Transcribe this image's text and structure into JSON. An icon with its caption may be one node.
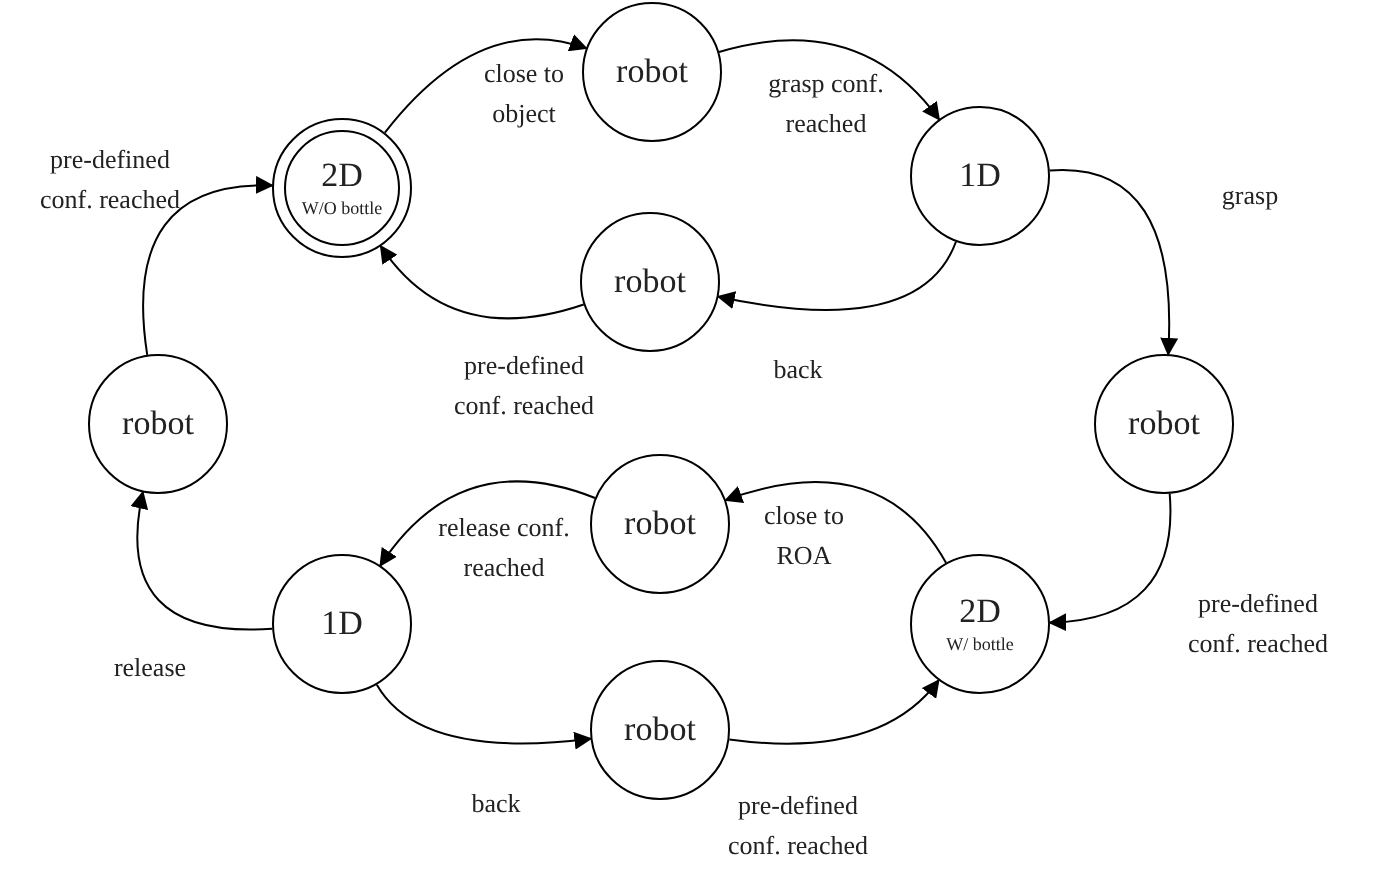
{
  "diagram": {
    "nodes": [
      {
        "text": [
          "2D",
          "W/O bottle"
        ]
      },
      {
        "text": [
          "robot"
        ]
      },
      {
        "text": [
          "1D"
        ]
      },
      {
        "text": [
          "robot"
        ]
      },
      {
        "text": [
          "robot"
        ]
      },
      {
        "text": [
          "robot"
        ]
      },
      {
        "text": [
          "robot"
        ]
      },
      {
        "text": [
          "2D",
          "W/ bottle"
        ]
      },
      {
        "text": [
          "1D"
        ]
      },
      {
        "text": [
          "robot"
        ]
      }
    ],
    "edges": [
      {
        "from": 0,
        "to": 1,
        "arrow": "to",
        "label": "close to object"
      },
      {
        "from": 1,
        "to": 2,
        "arrow": "to",
        "label": "grasp conf. reached"
      },
      {
        "from": 2,
        "to": 4,
        "arrow": "to",
        "label": "grasp"
      },
      {
        "from": 4,
        "to": 7,
        "arrow": "to",
        "label": "pre-defined conf. reached"
      },
      {
        "from": 7,
        "to": 6,
        "arrow": "to",
        "label": "close to ROA"
      },
      {
        "from": 6,
        "to": 8,
        "arrow": "to",
        "label": "release conf. reached"
      },
      {
        "from": 8,
        "to": 5,
        "arrow": "to",
        "label": "release"
      },
      {
        "from": 5,
        "to": 0,
        "arrow": "to",
        "label": "pre-defined conf. reached"
      },
      {
        "from": 2,
        "to": 3,
        "arrow": "to",
        "label": "back"
      },
      {
        "from": 3,
        "to": 0,
        "arrow": "to",
        "label": "pre-defined conf. reached"
      },
      {
        "from": 8,
        "to": 9,
        "arrow": "to",
        "label": "back"
      },
      {
        "from": 9,
        "to": 7,
        "arrow": "to",
        "label": "pre-defined conf. reached"
      }
    ]
  }
}
